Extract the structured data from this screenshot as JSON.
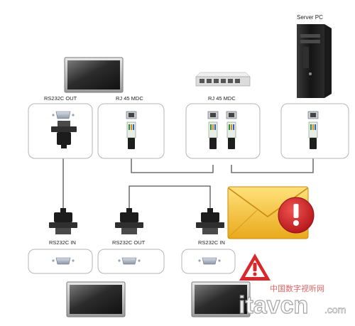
{
  "labels": {
    "server_pc": "Server PC",
    "rs232c_out_top": "RS232C OUT",
    "rj45_mdc_left": "RJ 45 MDC",
    "rj45_mdc_center": "RJ 45 MDC",
    "rs232c_in_left": "RS232C IN",
    "rs232c_out_bottom": "RS232C OUT",
    "rs232c_in_right": "RS232C IN"
  },
  "watermark": {
    "brand": "itavcn",
    "domain": ".com",
    "cn_text": "中国数字视听网"
  },
  "colors": {
    "warning_red": "#d9272b",
    "envelope_yellow": "#f2c230",
    "cable": "#555555",
    "panel_border": "#b5b5b5"
  },
  "icons": [
    "monitor-icon",
    "server-pc-icon",
    "network-switch-icon",
    "rs232c-connector-icon",
    "rj45-plug-icon",
    "envelope-icon",
    "warning-icon"
  ]
}
